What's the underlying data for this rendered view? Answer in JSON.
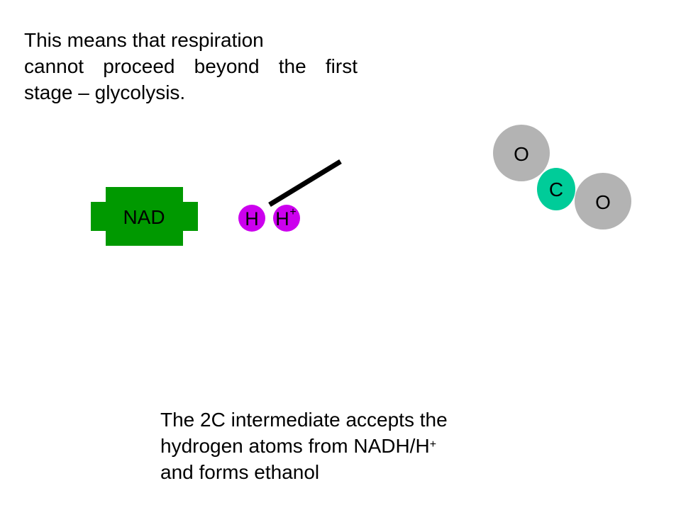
{
  "top_text": {
    "lines": [
      "This means that respiration",
      "cannot proceed beyond the first",
      "stage – glycolysis."
    ]
  },
  "bottom_text": {
    "line1": "The 2C intermediate accepts the",
    "line2_main": "hydrogen atoms from NADH/H",
    "line2_sup": "+",
    "line3": "and forms ethanol"
  },
  "nad": {
    "label": "NAD",
    "color": "#009900"
  },
  "hydrogen": {
    "h_label": "H",
    "hplus_label": "H",
    "hplus_sup": "+",
    "color": "#cc00ee"
  },
  "co2": {
    "o_top_label": "O",
    "c_label": "C",
    "o_bottom_label": "O",
    "oxygen_color": "#b3b3b3",
    "carbon_color": "#00cc99"
  },
  "bond_color": "#000000"
}
